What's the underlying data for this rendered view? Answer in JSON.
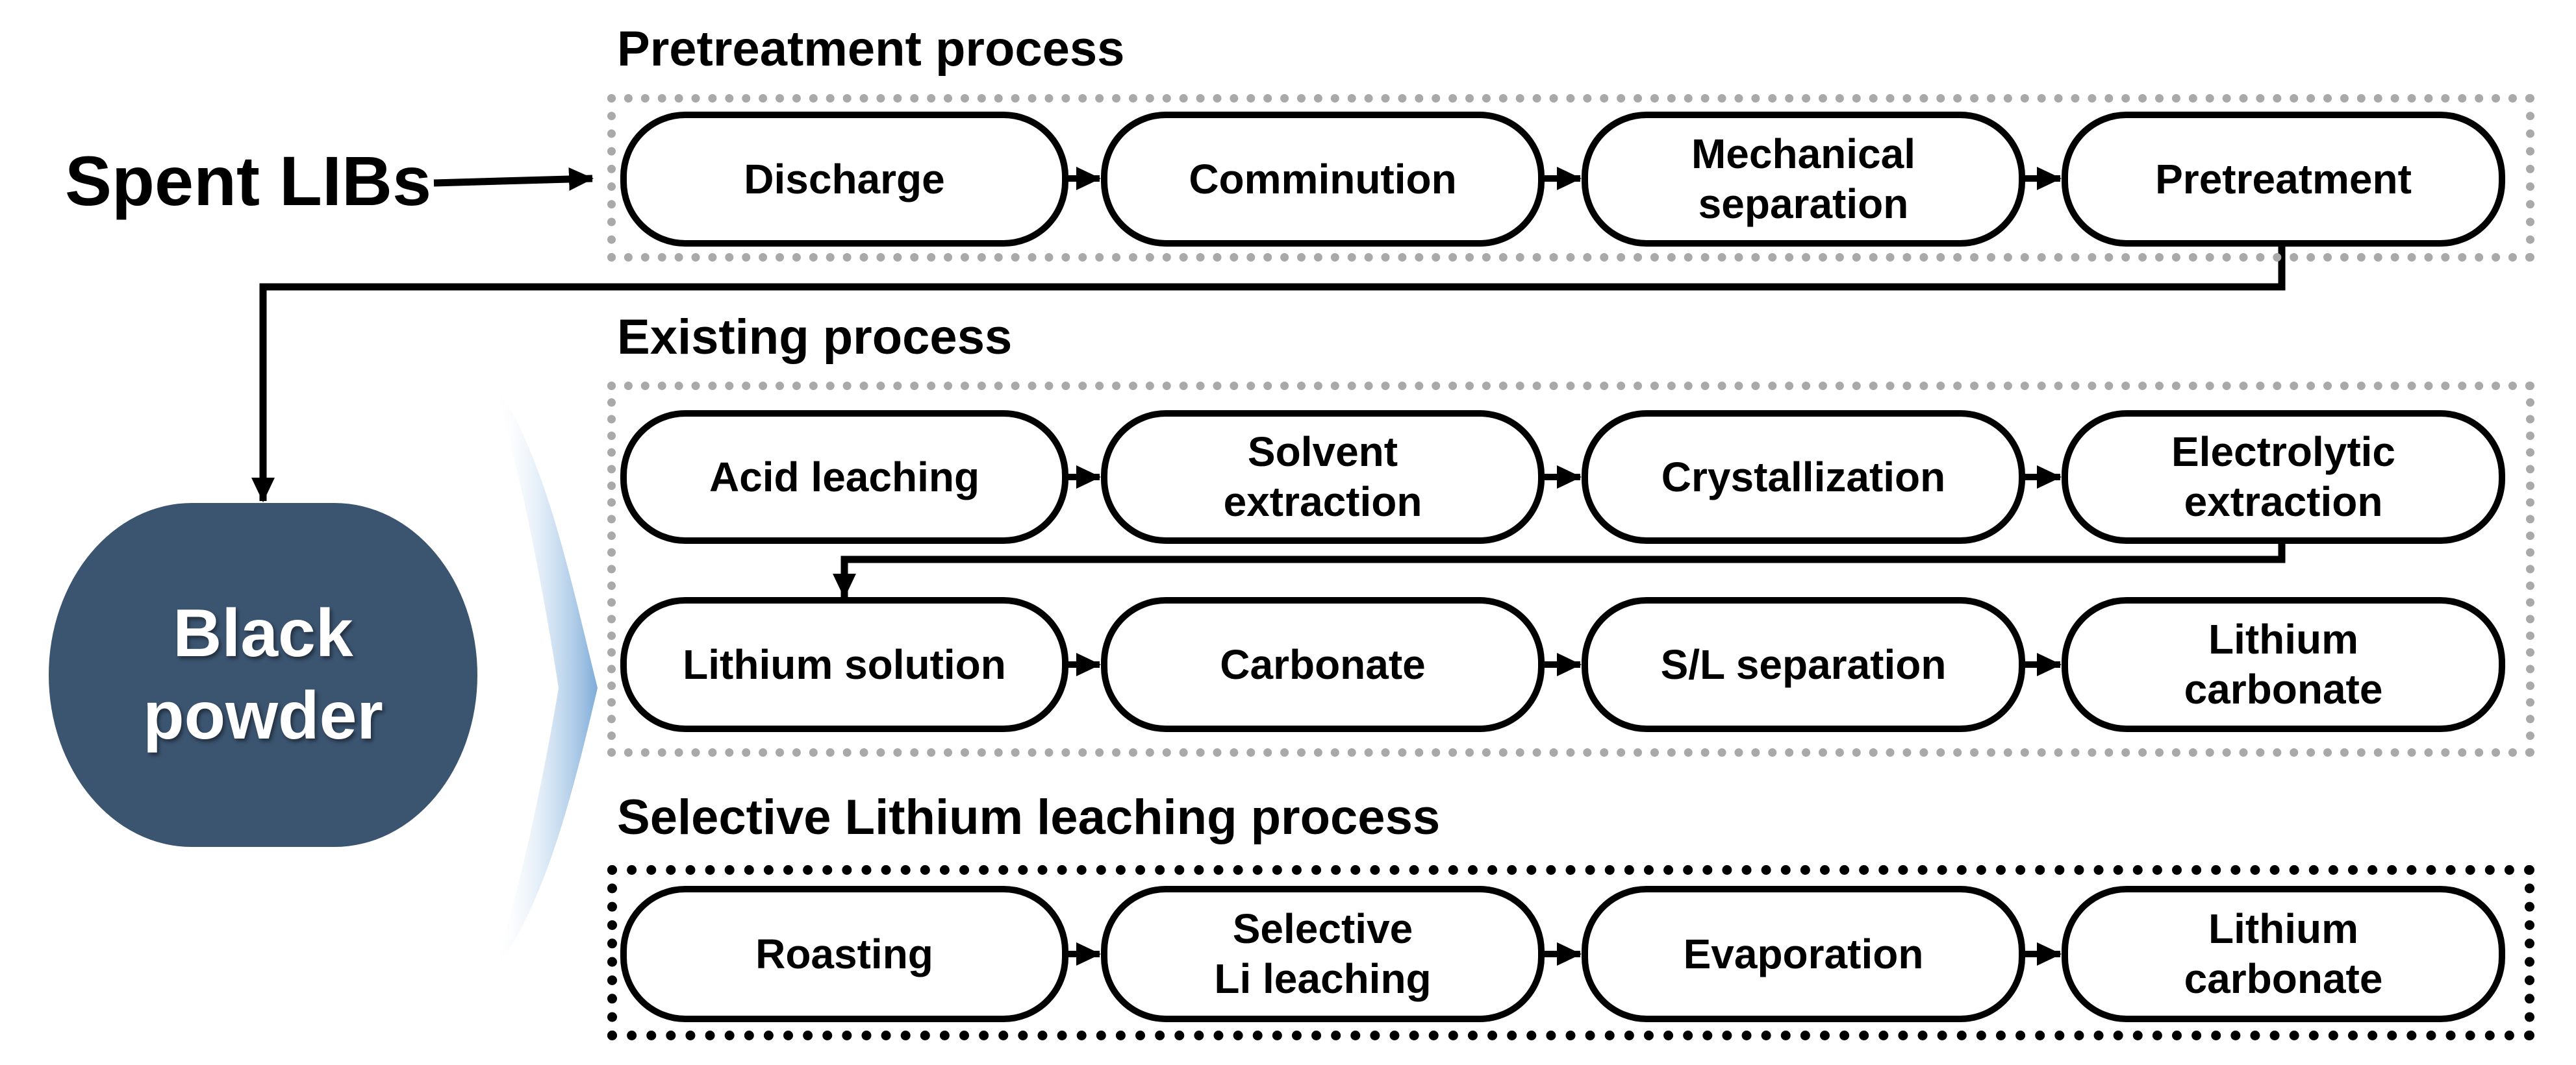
{
  "source_label": "Spent LIBs",
  "black_powder_label": "Black\npowder",
  "sections": {
    "pretreatment": {
      "title": "Pretreatment process",
      "steps": [
        "Discharge",
        "Comminution",
        "Mechanical\nseparation",
        "Pretreatment"
      ]
    },
    "existing": {
      "title": "Existing process",
      "row1": [
        "Acid leaching",
        "Solvent\nextraction",
        "Crystallization",
        "Electrolytic\nextraction"
      ],
      "row2": [
        "Lithium solution",
        "Carbonate",
        "S/L separation",
        "Lithium\ncarbonate"
      ]
    },
    "selective": {
      "title": "Selective Lithium leaching process",
      "steps": [
        "Roasting",
        "Selective\nLi leaching",
        "Evaporation",
        "Lithium\ncarbonate"
      ]
    }
  },
  "colors": {
    "black_powder_fill": "#3b5470",
    "dotted_gray": "#a9a9a9",
    "dotted_black": "#000000",
    "arrow_glow": "#6fa5d6"
  }
}
